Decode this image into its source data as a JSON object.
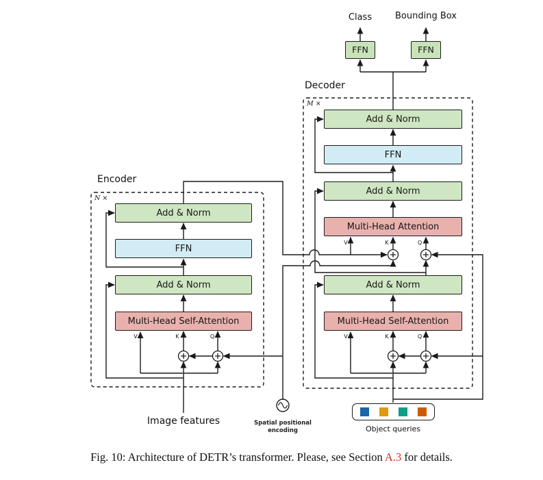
{
  "colors": {
    "line": "#1a1a1a",
    "add_norm_fill": "#cfe6c2",
    "ffn_fill": "#d2ecf5",
    "attention_fill": "#e9b1ad",
    "head_ffn_fill": "#c9e2ba",
    "link": "#d93025"
  },
  "outputs": {
    "class_label": "Class",
    "bounding_box_label": "Bounding Box",
    "ffn_label": "FFN"
  },
  "encoder": {
    "title": "Encoder",
    "repeat_label": "N ×",
    "blocks": [
      "Add & Norm",
      "FFN",
      "Add & Norm",
      "Multi-Head Self-Attention"
    ],
    "input_label": "Image features"
  },
  "decoder": {
    "title": "Decoder",
    "repeat_label": "M ×",
    "blocks": [
      "Add & Norm",
      "FFN",
      "Add & Norm",
      "Multi-Head Attention",
      "Add & Norm",
      "Multi-Head Self-Attention"
    ]
  },
  "attention_inputs": [
    "V",
    "K",
    "Q"
  ],
  "spatial_encoding_label": "Spatial positional encoding",
  "object_queries": {
    "label": "Object queries",
    "colors": [
      "#1767a9",
      "#dd9a10",
      "#0f9e87",
      "#cd5c00"
    ]
  },
  "caption": {
    "prefix": "Fig. 10: Architecture of DETR’s transformer. Please, see Section ",
    "link_text": "A.3",
    "suffix": " for details."
  }
}
